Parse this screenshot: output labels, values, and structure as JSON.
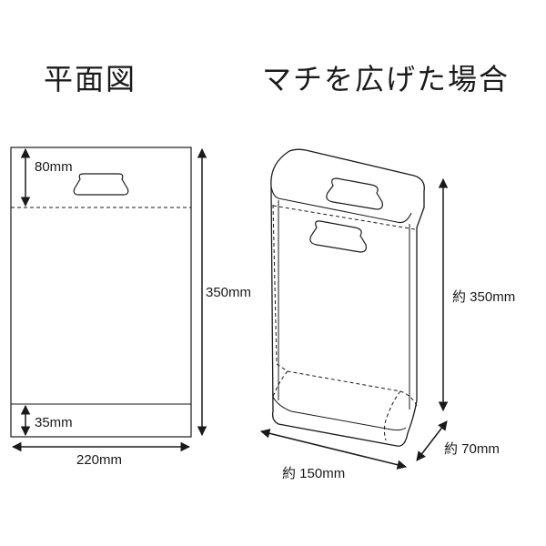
{
  "titles": {
    "flat_view": "平面図",
    "gusset_view": "マチを広げた場合"
  },
  "flat_dimensions": {
    "top_band": "80mm",
    "height": "350mm",
    "bottom_band": "35mm",
    "width": "220mm"
  },
  "gusset_dimensions": {
    "height": "約 350mm",
    "width": "約 150mm",
    "depth": "約 70mm"
  }
}
